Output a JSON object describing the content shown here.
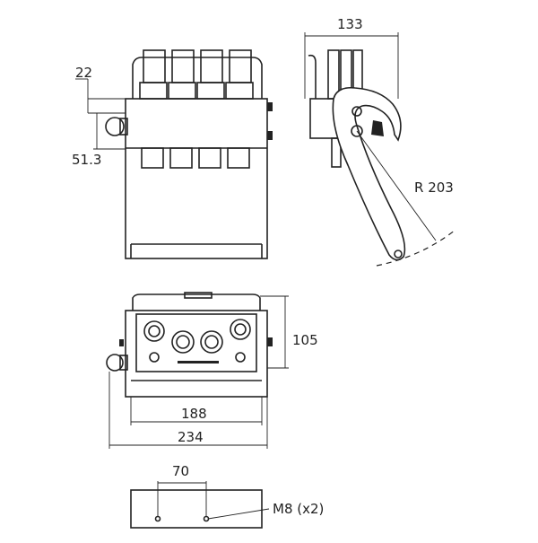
{
  "dimensions": {
    "top_left_height": "22",
    "side_offset": "51.3",
    "side_width": "133",
    "lever_radius": "R 203",
    "front_height": "105",
    "inner_width": "188",
    "overall_width": "234",
    "hole_spacing": "70",
    "mount_holes": "M8 (x2)"
  },
  "views": [
    "top-view",
    "side-view",
    "front-view",
    "mounting-plate-view"
  ]
}
